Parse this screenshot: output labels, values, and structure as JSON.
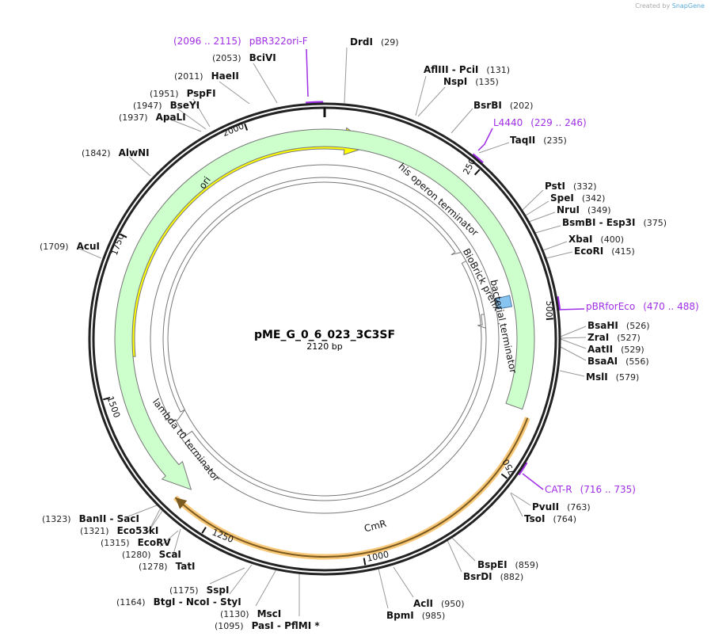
{
  "credit": {
    "prefix": "Created by",
    "brand": "SnapGene"
  },
  "plasmid": {
    "name": "pME_G_0_6_023_3C3SF",
    "length_label": "2120 bp",
    "length": 2120
  },
  "ticks": [
    "250",
    "500",
    "750",
    "1000",
    "1250",
    "1500",
    "1750",
    "2000"
  ],
  "features": [
    {
      "name": "ori",
      "color": "#ffff00"
    },
    {
      "name": "CmR",
      "color": "#ccffcc"
    },
    {
      "name": "his operon terminator",
      "color": "#ffffff"
    },
    {
      "name": "BioBrick prefix",
      "color": "#87c5f0"
    },
    {
      "name": "bacterial terminator",
      "color": "#ffffff"
    },
    {
      "name": "lambda t0 terminator",
      "color": "#ffffff"
    }
  ],
  "primers": [
    {
      "name": "pBR322ori-F",
      "range": "(2096 .. 2115)"
    },
    {
      "name": "L4440",
      "range": "(229 .. 246)"
    },
    {
      "name": "pBRforEco",
      "range": "(470 .. 488)"
    },
    {
      "name": "CAT-R",
      "range": "(716 .. 735)"
    }
  ],
  "primer_color": "#a02ee6",
  "enzymes": [
    {
      "name": "DrdI",
      "pos": "(29)"
    },
    {
      "name": "AflIII  - PciI",
      "pos": "(131)"
    },
    {
      "name": "NspI",
      "pos": "(135)"
    },
    {
      "name": "BsrBI",
      "pos": "(202)"
    },
    {
      "name": "TaqII",
      "pos": "(235)"
    },
    {
      "name": "PstI",
      "pos": "(332)"
    },
    {
      "name": "SpeI",
      "pos": "(342)"
    },
    {
      "name": "NruI",
      "pos": "(349)"
    },
    {
      "name": "BsmBI  - Esp3I",
      "pos": "(375)"
    },
    {
      "name": "XbaI",
      "pos": "(400)"
    },
    {
      "name": "EcoRI",
      "pos": "(415)"
    },
    {
      "name": "BsaHI",
      "pos": "(526)"
    },
    {
      "name": "ZraI",
      "pos": "(527)"
    },
    {
      "name": "AatII",
      "pos": "(529)"
    },
    {
      "name": "BsaAI",
      "pos": "(556)"
    },
    {
      "name": "MslI",
      "pos": "(579)"
    },
    {
      "name": "PvuII",
      "pos": "(763)"
    },
    {
      "name": "TsoI",
      "pos": "(764)"
    },
    {
      "name": "BspEI",
      "pos": "(859)"
    },
    {
      "name": "BsrDI",
      "pos": "(882)"
    },
    {
      "name": "AclI",
      "pos": "(950)"
    },
    {
      "name": "BpmI",
      "pos": "(985)"
    },
    {
      "name": "PasI  - PflMI *",
      "pos": "(1095)"
    },
    {
      "name": "MscI",
      "pos": "(1130)"
    },
    {
      "name": "BtgI  - NcoI  - StyI",
      "pos": "(1164)"
    },
    {
      "name": "SspI",
      "pos": "(1175)"
    },
    {
      "name": "TatI",
      "pos": "(1278)"
    },
    {
      "name": "ScaI",
      "pos": "(1280)"
    },
    {
      "name": "EcoRV",
      "pos": "(1315)"
    },
    {
      "name": "Eco53kI",
      "pos": "(1321)"
    },
    {
      "name": "BanII  - SacI",
      "pos": "(1323)"
    },
    {
      "name": "AcuI",
      "pos": "(1709)"
    },
    {
      "name": "AlwNI",
      "pos": "(1842)"
    },
    {
      "name": "ApaLI",
      "pos": "(1937)"
    },
    {
      "name": "BseYI",
      "pos": "(1947)"
    },
    {
      "name": "PspFI",
      "pos": "(1951)"
    },
    {
      "name": "HaeII",
      "pos": "(2011)"
    },
    {
      "name": "BciVI",
      "pos": "(2053)"
    }
  ]
}
